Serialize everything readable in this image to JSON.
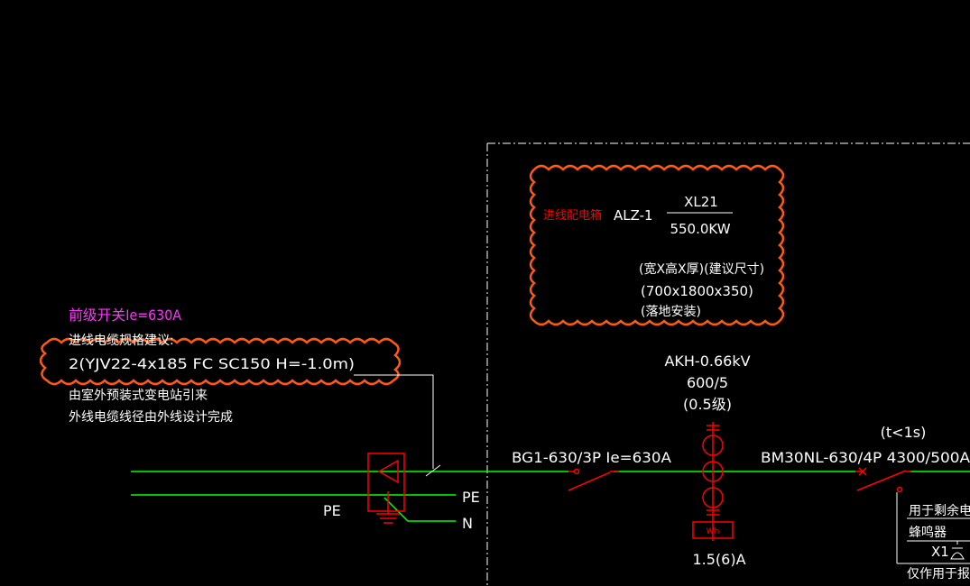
{
  "colors": {
    "background": "#000000",
    "text": "#ffffff",
    "bus": "#00ff00",
    "device": "#ff0000",
    "cloud": "#ff5a14",
    "magenta": "#ff33ff",
    "cabinet": "#ffffff"
  },
  "incoming": {
    "upstream_switch": "前级开关Ie=630A",
    "cable_caption": "进线电缆规格建议:",
    "cable_spec": "2(YJV22-4x185  FC  SC150  H=-1.0m)",
    "source_line1": "由室外预装式变电站引来",
    "source_line2": "外线电缆线径由外线设计完成",
    "pe_left": "PE",
    "pe_right": "PE",
    "n_right": "N"
  },
  "cabinet": {
    "name_red": "进线配电箱",
    "id": "ALZ-1",
    "circuit": "XL21",
    "power": "550.0KW",
    "dim_caption": "(宽X高X厚)(建议尺寸)",
    "dim_value": "(700x1800x350)",
    "mount": "(落地安装)"
  },
  "ct": {
    "model": "AKH-0.66kV",
    "ratio": "600/5",
    "class": "(0.5级)"
  },
  "breaker1": {
    "label": "BG1-630/3P  Ie=630A"
  },
  "meter": {
    "glyph": "Wh",
    "rating": "1.5(6)A"
  },
  "breaker2": {
    "time": "(t<1s)",
    "label": "BM30NL-630/4P 4300/500A",
    "note1": "用于剩余电流",
    "note2": "蜂鸣器",
    "tag": "X1",
    "note3": "仅作用于报警"
  }
}
